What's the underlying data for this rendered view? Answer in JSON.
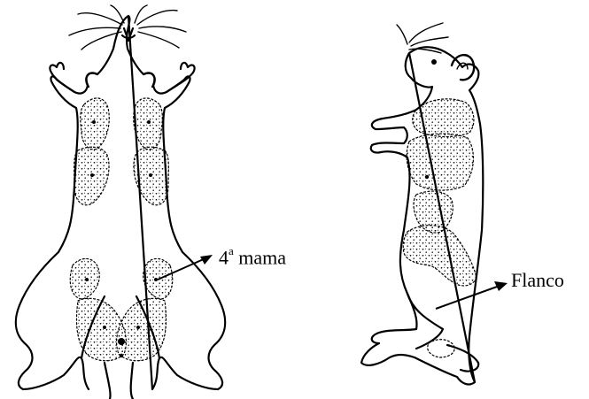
{
  "labels": {
    "mama_number": "4",
    "mama_ordinal": "a",
    "mama_word": " mama",
    "flank": "Flanco"
  }
}
